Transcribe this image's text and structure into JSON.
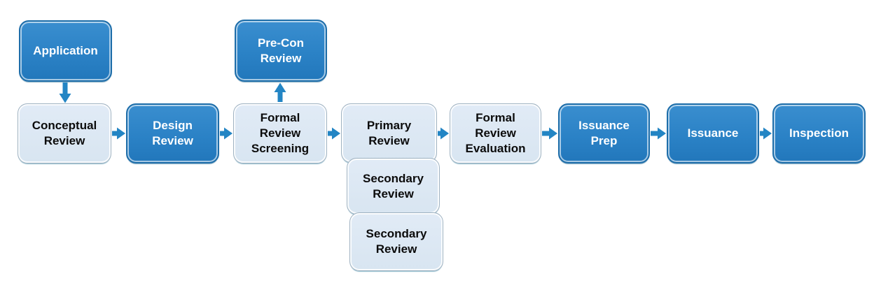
{
  "diagram": {
    "type": "flowchart",
    "background": "#ffffff",
    "colors": {
      "dark_node_fill": "#2b82c6",
      "dark_node_border": "#1d6da9",
      "dark_node_text": "#ffffff",
      "light_node_fill": "#d8e5f1",
      "light_node_border": "#9fb2c1",
      "light_node_text": "#000000",
      "arrow": "#2385c4"
    },
    "nodes": [
      {
        "id": "application",
        "label": "Application",
        "style": "dark"
      },
      {
        "id": "pre-con-review",
        "label": "Pre-Con\nReview",
        "style": "dark"
      },
      {
        "id": "conceptual-review",
        "label": "Conceptual\nReview",
        "style": "light"
      },
      {
        "id": "design-review",
        "label": "Design\nReview",
        "style": "dark"
      },
      {
        "id": "formal-review-screening",
        "label": "Formal\nReview\nScreening",
        "style": "light"
      },
      {
        "id": "primary-review",
        "label": "Primary\nReview",
        "style": "light"
      },
      {
        "id": "secondary-review-1",
        "label": "Secondary\nReview",
        "style": "light"
      },
      {
        "id": "secondary-review-2",
        "label": "Secondary\nReview",
        "style": "light"
      },
      {
        "id": "formal-review-evaluation",
        "label": "Formal\nReview\nEvaluation",
        "style": "light"
      },
      {
        "id": "issuance-prep",
        "label": "Issuance\nPrep",
        "style": "dark"
      },
      {
        "id": "issuance",
        "label": "Issuance",
        "style": "dark"
      },
      {
        "id": "inspection",
        "label": "Inspection",
        "style": "dark"
      }
    ],
    "edges": [
      {
        "from": "application",
        "to": "conceptual-review",
        "direction": "down"
      },
      {
        "from": "conceptual-review",
        "to": "design-review",
        "direction": "right"
      },
      {
        "from": "design-review",
        "to": "formal-review-screening",
        "direction": "right"
      },
      {
        "from": "formal-review-screening",
        "to": "pre-con-review",
        "direction": "up"
      },
      {
        "from": "formal-review-screening",
        "to": "primary-review",
        "direction": "right"
      },
      {
        "from": "primary-review",
        "to": "formal-review-evaluation",
        "direction": "right"
      },
      {
        "from": "formal-review-evaluation",
        "to": "issuance-prep",
        "direction": "right"
      },
      {
        "from": "issuance-prep",
        "to": "issuance",
        "direction": "right"
      },
      {
        "from": "issuance",
        "to": "inspection",
        "direction": "right"
      }
    ]
  }
}
